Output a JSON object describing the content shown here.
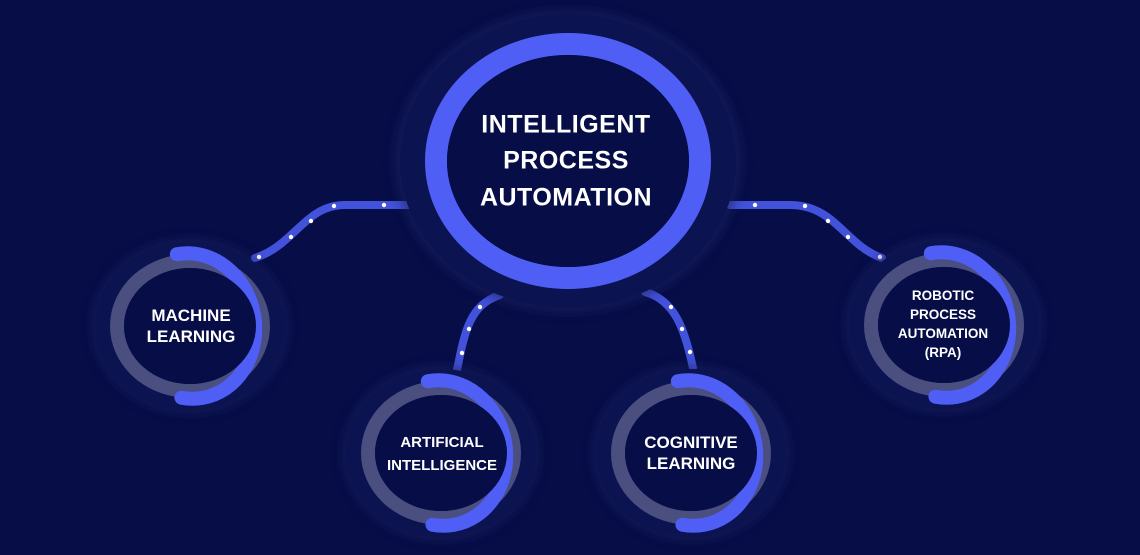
{
  "colors": {
    "background": "#060d47",
    "accent": "#4f5ff5",
    "track": "#4a4f80",
    "halo": "#0b1450"
  },
  "center": {
    "lines": [
      "INTELLIGENT",
      "PROCESS",
      "AUTOMATION"
    ]
  },
  "nodes": [
    {
      "id": "machine-learning",
      "lines": [
        "MACHINE",
        "LEARNING"
      ],
      "progress": 0.55
    },
    {
      "id": "artificial-intelligence",
      "lines": [
        "ARTIFICIAL",
        "INTELLIGENCE"
      ],
      "progress": 0.55
    },
    {
      "id": "cognitive-learning",
      "lines": [
        "COGNITIVE",
        "LEARNING"
      ],
      "progress": 0.55
    },
    {
      "id": "robotic-process-automation",
      "lines": [
        "ROBOTIC",
        "PROCESS",
        "AUTOMATION",
        "(RPA)"
      ],
      "progress": 0.55
    }
  ]
}
